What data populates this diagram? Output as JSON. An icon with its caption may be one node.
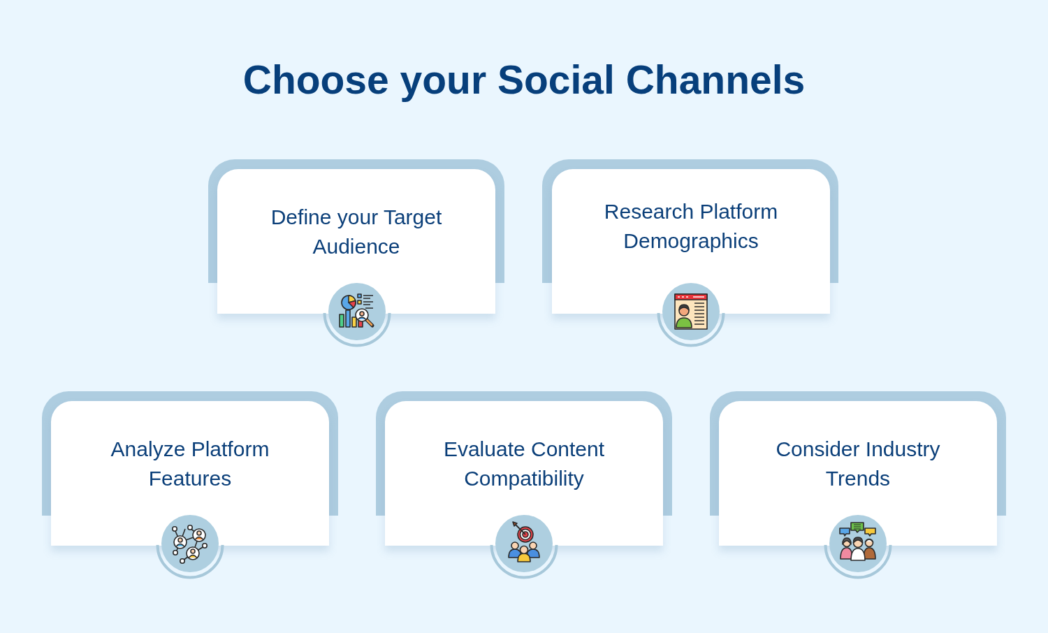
{
  "diagram": {
    "title": "Choose your Social Channels",
    "nodes": [
      {
        "text": [
          "Define your Target Audience"
        ]
      },
      {
        "text": [
          "Research Platform Demographics"
        ]
      },
      {
        "text": [
          "Analyze Platform Features"
        ]
      },
      {
        "text": [
          "Evaluate Content Compatibility"
        ]
      },
      {
        "text": [
          "Consider Industry Trends"
        ]
      }
    ]
  }
}
